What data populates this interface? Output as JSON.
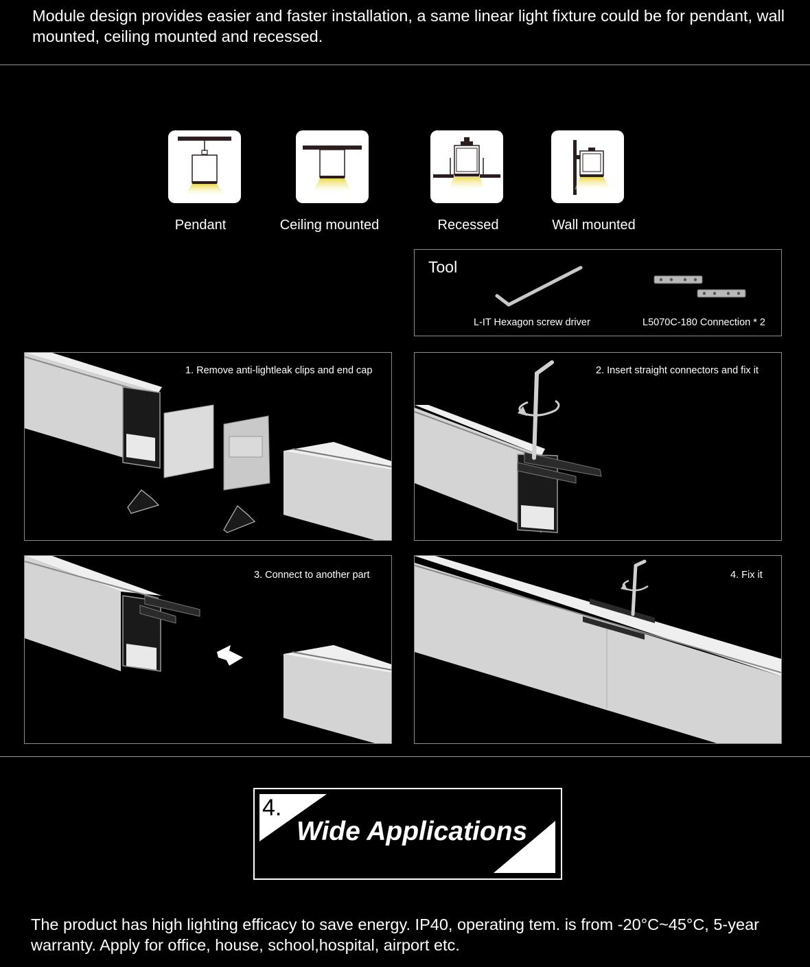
{
  "intro": "Module design provides easier and faster installation, a same linear light fixture could be for pendant, wall mounted, ceiling mounted and recessed.",
  "modes": [
    {
      "label": "Pendant",
      "icon": "pendant-icon"
    },
    {
      "label": "Ceiling mounted",
      "icon": "ceiling-mount-icon"
    },
    {
      "label": "Recessed",
      "icon": "recessed-icon"
    },
    {
      "label": "Wall mounted",
      "icon": "wall-mount-icon"
    }
  ],
  "tool": {
    "title": "Tool",
    "items": [
      {
        "label": "L-IT Hexagon screw driver",
        "icon": "hex-key-icon"
      },
      {
        "label": "L5070C-180 Connection * 2",
        "icon": "connector-plate-icon"
      }
    ]
  },
  "steps": [
    "1. Remove anti-lightleak clips and end cap",
    "2. Insert straight connectors and fix it",
    "3. Connect to another part",
    "4. Fix it"
  ],
  "section": {
    "number": "4.",
    "title": "Wide Applications"
  },
  "outro": "The product has high lighting efficacy to save energy. IP40, operating tem. is from -20°C~45°C, 5-year warranty. Apply for office, house, school,hospital, airport etc.",
  "colors": {
    "background": "#000000",
    "profile": "#d9d9d9",
    "light_beam": "#f2e68a",
    "frame": "#8a8a8a"
  }
}
